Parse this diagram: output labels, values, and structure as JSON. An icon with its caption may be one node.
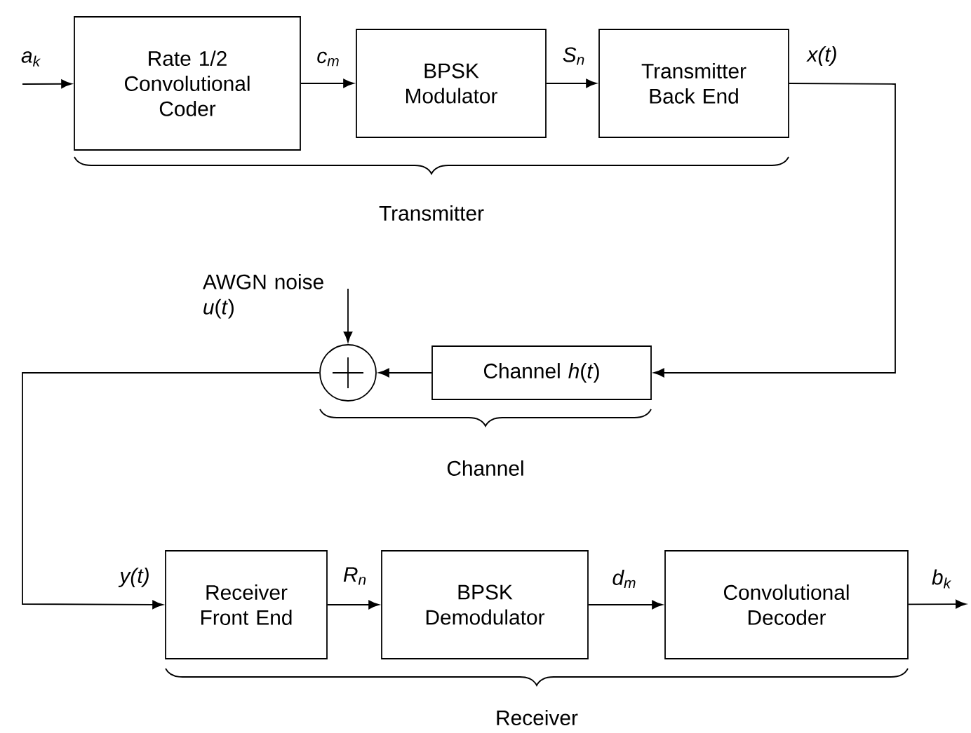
{
  "diagram": {
    "nodes": [
      {
        "text": [
          "Rate 1/2 Convolutional Coder"
        ]
      },
      {
        "text": [
          "BPSK Modulator"
        ]
      },
      {
        "text": [
          "Transmitter Back End"
        ]
      },
      {
        "text": [
          "Channel *h*(*t*)"
        ]
      },
      {
        "text": [],
        "shape": "circle"
      },
      {
        "text": [
          "Receiver Front End"
        ]
      },
      {
        "text": [
          "BPSK Demodulator"
        ]
      },
      {
        "text": [
          "Convolutional Decoder"
        ]
      }
    ],
    "edges": [
      {
        "from": null,
        "to": 0,
        "arrow": "to",
        "label": "a$_{k}$"
      },
      {
        "from": 0,
        "to": 1,
        "arrow": "to",
        "label": "c$_{m}$"
      },
      {
        "from": 1,
        "to": 2,
        "arrow": "to",
        "label": "S$_{n}$"
      },
      {
        "from": 2,
        "to": 3,
        "arrow": "to",
        "label": "x(t)"
      },
      {
        "from": 3,
        "to": 4,
        "arrow": "to"
      },
      {
        "from": null,
        "to": 4,
        "arrow": "to"
      },
      {
        "from": 4,
        "to": 5,
        "arrow": "to",
        "label": "y(t)"
      },
      {
        "from": 5,
        "to": 6,
        "arrow": "to",
        "label": "R$_{n}$"
      },
      {
        "from": 6,
        "to": 7,
        "arrow": "to",
        "label": "d$_{m}$"
      },
      {
        "from": 7,
        "to": null,
        "arrow": "to",
        "label": "b$_{k}$"
      }
    ],
    "labels": [
      "Transmitter",
      "AWGN noise *u*(*t*)",
      "Channel",
      "Receiver"
    ]
  }
}
